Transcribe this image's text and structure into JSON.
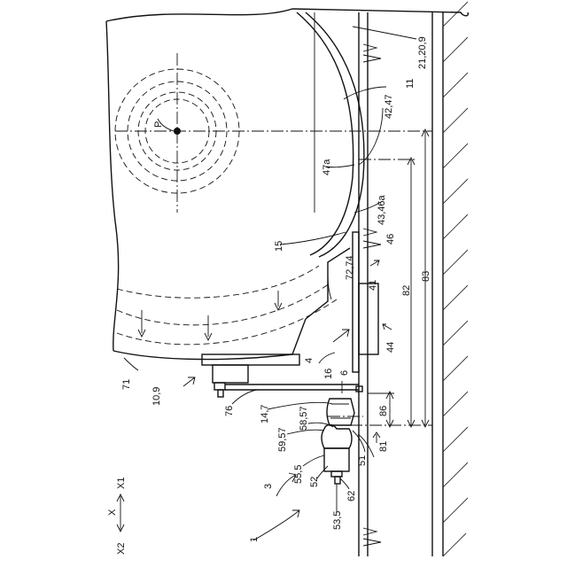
{
  "figure": {
    "labels": {
      "l_21_20_9": "21,20,9",
      "l_11": "11",
      "l_42_47": "42,47",
      "l_p": "P",
      "l_47a": "47a",
      "l_43_46a": "43,46a",
      "l_46": "46",
      "l_15": "15",
      "l_72_74": "72,74",
      "l_41": "41",
      "l_82": "82",
      "l_83": "83",
      "l_44": "44",
      "l_4": "4",
      "l_71": "71",
      "l_10_9": "10,9",
      "l_16": "16",
      "l_6": "6",
      "l_76": "76",
      "l_14_7": "14,7",
      "l_86": "86",
      "l_58_57": "58,57",
      "l_59_57": "59,57",
      "l_81": "81",
      "l_51": "51",
      "l_55_5": "55,5",
      "l_52": "52",
      "l_3": "3",
      "l_62": "62",
      "l_53_5": "53,5",
      "l_x1": "X1",
      "l_x": "X",
      "l_x2": "X2",
      "l_1": "1"
    }
  }
}
